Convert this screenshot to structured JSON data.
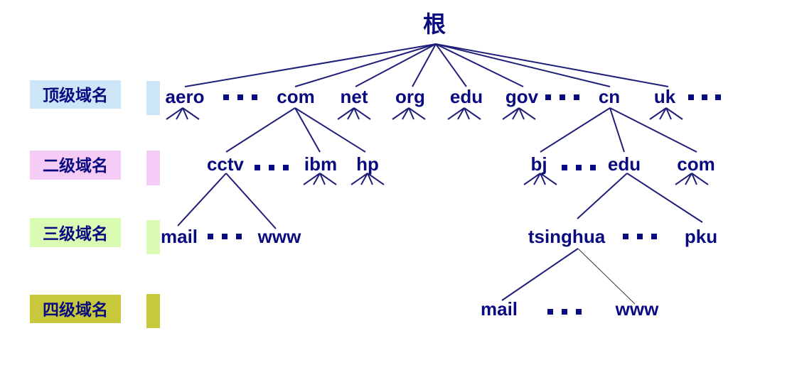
{
  "root": "根",
  "levels": [
    {
      "label": "顶级域名",
      "bg": "#cde6f7",
      "bar": "#cde6f7"
    },
    {
      "label": "二级域名",
      "bg": "#f5ccf5",
      "bar": "#f5ccf5"
    },
    {
      "label": "三级域名",
      "bg": "#d9fbb3",
      "bar": "#d9fbb3"
    },
    {
      "label": "四级域名",
      "bg": "#c8c83c",
      "bar": "#c8c83c"
    }
  ],
  "top_level": [
    "aero",
    "com",
    "net",
    "org",
    "edu",
    "gov",
    "cn",
    "uk"
  ],
  "second_level": [
    "cctv",
    "ibm",
    "hp",
    "bj",
    "edu",
    "com"
  ],
  "third_level": [
    "mail",
    "www",
    "tsinghua",
    "pku"
  ],
  "fourth_level": [
    "mail",
    "www"
  ],
  "colors": {
    "text": "#0a0a80",
    "edge": "#1f1f7a"
  }
}
